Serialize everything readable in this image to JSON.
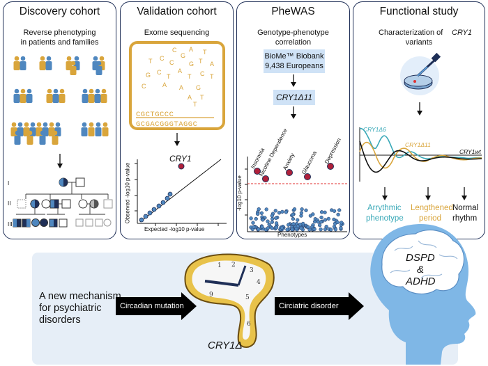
{
  "colors": {
    "gold": "#d9a53b",
    "blue": "#4f87bf",
    "navy": "#1f2f57",
    "teal": "#3aa9b8",
    "red": "#e03131",
    "lightblue": "#cfe2f6",
    "head": "#7fb7e6"
  },
  "panels": {
    "discovery": {
      "title": "Discovery cohort",
      "subtitle_1": "Reverse phenotyping",
      "subtitle_2": "in patients and families",
      "generations": [
        "I",
        "II",
        "III"
      ]
    },
    "validation": {
      "title": "Validation cohort",
      "subtitle": "Exome sequencing",
      "seq_line_1": "CGCTGCCC",
      "seq_line_2": "GCGACGGGTAGGC",
      "gene_label": "CRY1",
      "xlabel": "Expected -log10 p-value",
      "ylabel": "Observed -log10 p-value"
    },
    "phewas": {
      "title": "PheWAS",
      "subtitle_1": "Genotype-phenotype",
      "subtitle_2": "correlation",
      "biobank_1": "BioMe™ Biobank",
      "biobank_2": "9,438 Europeans",
      "variant": "CRY1Δ11",
      "hits": [
        "Insomnia",
        "Nicotine Dependence",
        "Anxiety",
        "Glaucoma",
        "Depression"
      ],
      "ylabel": "-log10 p-value",
      "xlabel": "Phenotypes"
    },
    "functional": {
      "title": "Functional study",
      "subtitle_1": "Characterization of",
      "subtitle_gene": "CRY1",
      "subtitle_2": "variants",
      "trace_d6": "CRY1Δ6",
      "trace_d11": "CRY1Δ11",
      "trace_wt": "CRY1wt",
      "out1_a": "Arrythmic",
      "out1_b": "phenotype",
      "out2_a": "Lengthened",
      "out2_b": "period",
      "out3_a": "Normal",
      "out3_b": "rhythm"
    }
  },
  "bottom": {
    "text_1": "A new mechanism",
    "text_2": "for psychiatric",
    "text_3": "disorders",
    "arrow_1": "Circadian mutation",
    "arrow_2": "Circiatric disorder",
    "clock_label": "CRY1Δ",
    "brain_1": "DSPD",
    "brain_2": "&",
    "brain_3": "ADHD"
  }
}
